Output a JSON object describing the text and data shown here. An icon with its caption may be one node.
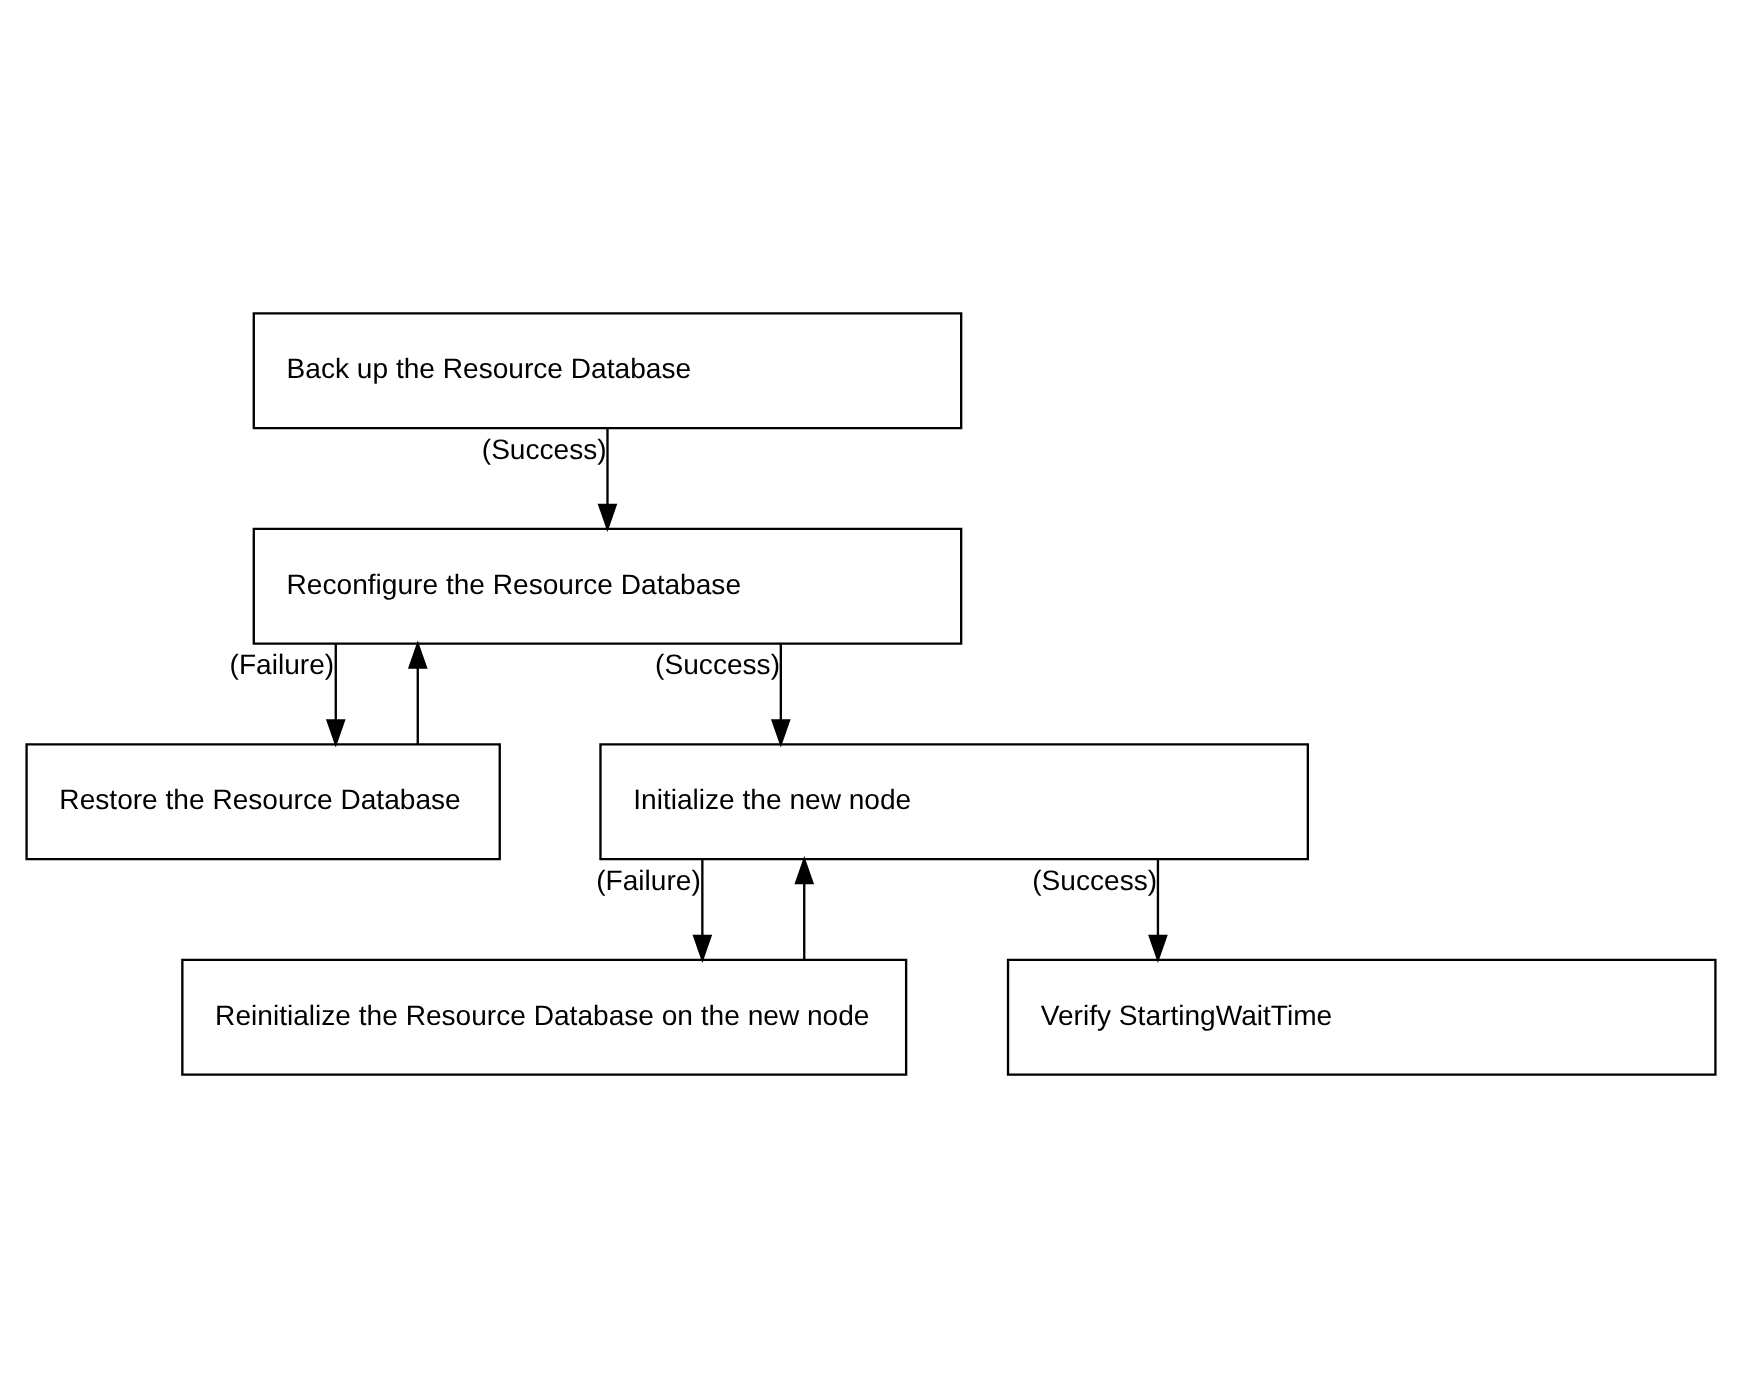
{
  "diagram": {
    "nodes": [
      {
        "text": [
          "Back up the Resource Database"
        ]
      },
      {
        "text": [
          "Reconfigure the Resource Database"
        ]
      },
      {
        "text": [
          "Restore the Resource Database"
        ]
      },
      {
        "text": [
          "Initialize the new node"
        ]
      },
      {
        "text": [
          "Reinitialize the Resource Database on the new node"
        ]
      },
      {
        "text": [
          "Verify StartingWaitTime"
        ]
      }
    ],
    "edges": [
      {
        "from": 0,
        "to": 1,
        "arrow": "to",
        "label": "(Success)"
      },
      {
        "from": 1,
        "to": 3,
        "arrow": "to",
        "label": "(Success)"
      },
      {
        "from": 1,
        "to": 2,
        "arrow": "to",
        "label": "(Failure)"
      },
      {
        "from": 2,
        "to": 1,
        "arrow": "to"
      },
      {
        "from": 3,
        "to": 5,
        "arrow": "to",
        "label": "(Success)"
      },
      {
        "from": 3,
        "to": 4,
        "arrow": "to",
        "label": "(Failure)"
      },
      {
        "from": 4,
        "to": 3,
        "arrow": "to"
      }
    ]
  }
}
